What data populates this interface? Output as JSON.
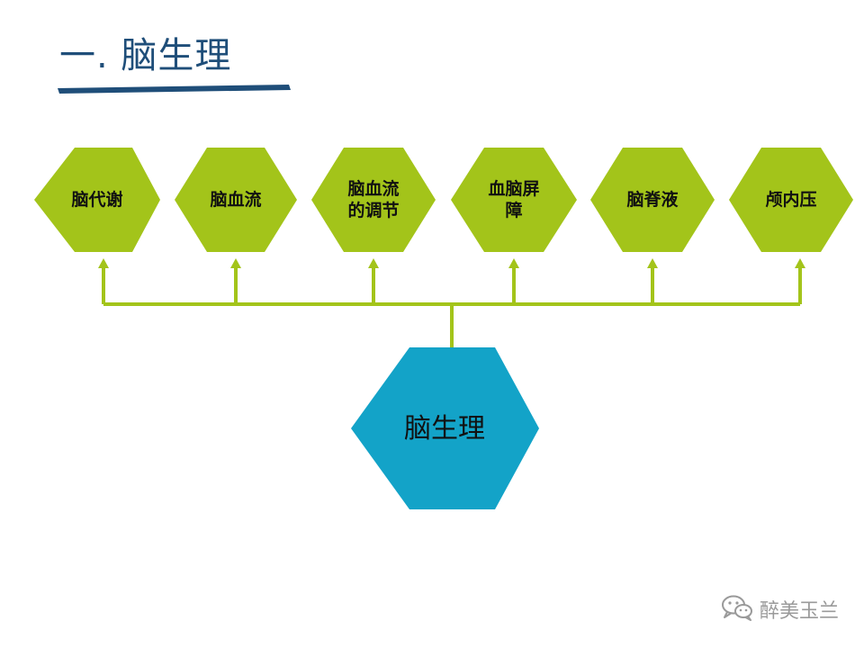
{
  "slide": {
    "title": "一.  脑生理"
  },
  "colors": {
    "title": "#1f4e79",
    "underline": "#1f4e79",
    "child_fill": "#a3c41a",
    "root_fill": "#13a3c8",
    "connector": "#a3c41a"
  },
  "diagram": {
    "root": {
      "label": "脑生理"
    },
    "children": [
      {
        "label": "脑代谢"
      },
      {
        "label": "脑血流"
      },
      {
        "label": "脑血流\n的调节"
      },
      {
        "label": "血脑屏\n障"
      },
      {
        "label": "脑脊液"
      },
      {
        "label": "颅内压"
      }
    ]
  },
  "watermark": {
    "text": "醉美玉兰",
    "icon": "wechat-icon"
  }
}
